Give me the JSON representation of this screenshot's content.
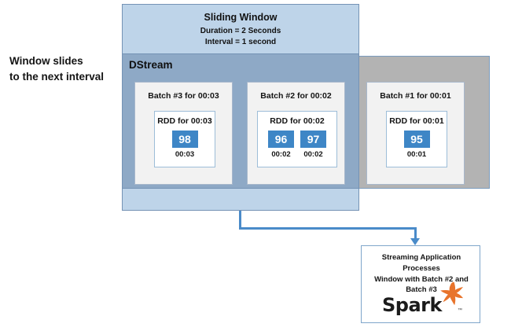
{
  "caption": {
    "text": "Window slides\nto the next interval"
  },
  "sliding_window": {
    "title": "Sliding Window",
    "subtitle": "Duration = 2 Seconds\nInterval = 1 second",
    "color": "#bed4e9"
  },
  "dstream": {
    "label": "DStream",
    "color": "#8ea9c6",
    "continuation_color": "#b3b3b3"
  },
  "batches": [
    {
      "id": "batch-3",
      "title": "Batch #3 for 00:03",
      "rdd": {
        "title": "RDD for 00:03",
        "values": [
          {
            "value": "98",
            "time": "00:03"
          }
        ]
      }
    },
    {
      "id": "batch-2",
      "title": "Batch #2 for 00:02",
      "rdd": {
        "title": "RDD for 00:02",
        "values": [
          {
            "value": "96",
            "time": "00:02"
          },
          {
            "value": "97",
            "time": "00:02"
          }
        ]
      }
    },
    {
      "id": "batch-1",
      "title": "Batch #1 for 00:01",
      "rdd": {
        "title": "RDD for 00:01",
        "values": [
          {
            "value": "95",
            "time": "00:01"
          }
        ]
      }
    }
  ],
  "app_box": {
    "text": "Streaming Application\nProcesses\nWindow with Batch #2 and\nBatch #3",
    "logo_wordmark": "Spark",
    "logo_tm": "™",
    "logo_star_color": "#e8742c"
  },
  "colors": {
    "value_chip": "#3e86c6",
    "connector": "#4a8bc9",
    "box_border": "#7593b5"
  }
}
